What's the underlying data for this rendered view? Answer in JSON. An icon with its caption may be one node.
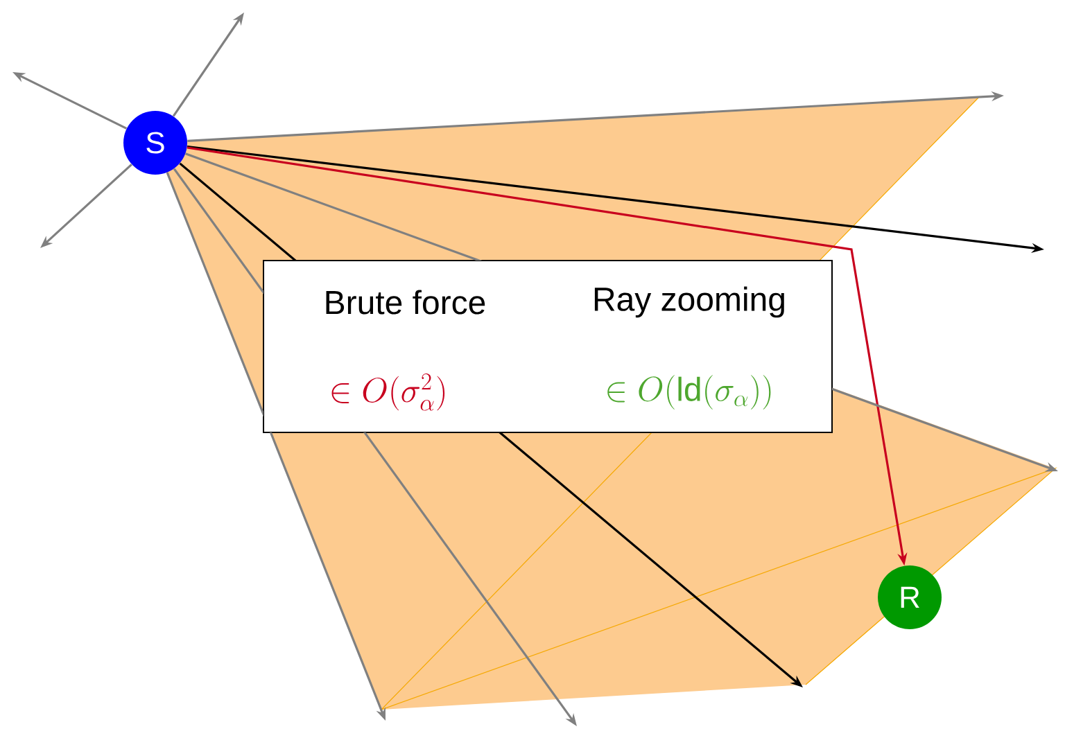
{
  "diagram": {
    "nodes": [
      {
        "text": [
          "S"
        ]
      },
      {
        "text": [
          "R"
        ]
      },
      {
        "text": [
          "Brute force",
          "Ray zooming",
          "\\in O(\\sigma_\\alpha^2)",
          "\\in O\\big(\\mathrm{ld}(\\sigma_\\alpha)\\big)"
        ]
      }
    ],
    "edges": [
      {
        "from": 0,
        "to": null,
        "arrow": "to"
      },
      {
        "from": 0,
        "to": null,
        "arrow": "to"
      },
      {
        "from": 0,
        "to": null,
        "arrow": "to"
      },
      {
        "from": 0,
        "to": null,
        "arrow": "to"
      },
      {
        "from": 0,
        "to": null,
        "arrow": "to",
        "color": "#000000"
      },
      {
        "from": 0,
        "to": 1,
        "arrow": "to",
        "color": "#c8001e"
      },
      {
        "from": 0,
        "to": null,
        "arrow": "to"
      },
      {
        "from": 0,
        "to": null,
        "arrow": "to",
        "color": "#000000"
      },
      {
        "from": 0,
        "to": null,
        "arrow": "to"
      },
      {
        "from": 0,
        "to": null,
        "arrow": "to"
      }
    ]
  }
}
